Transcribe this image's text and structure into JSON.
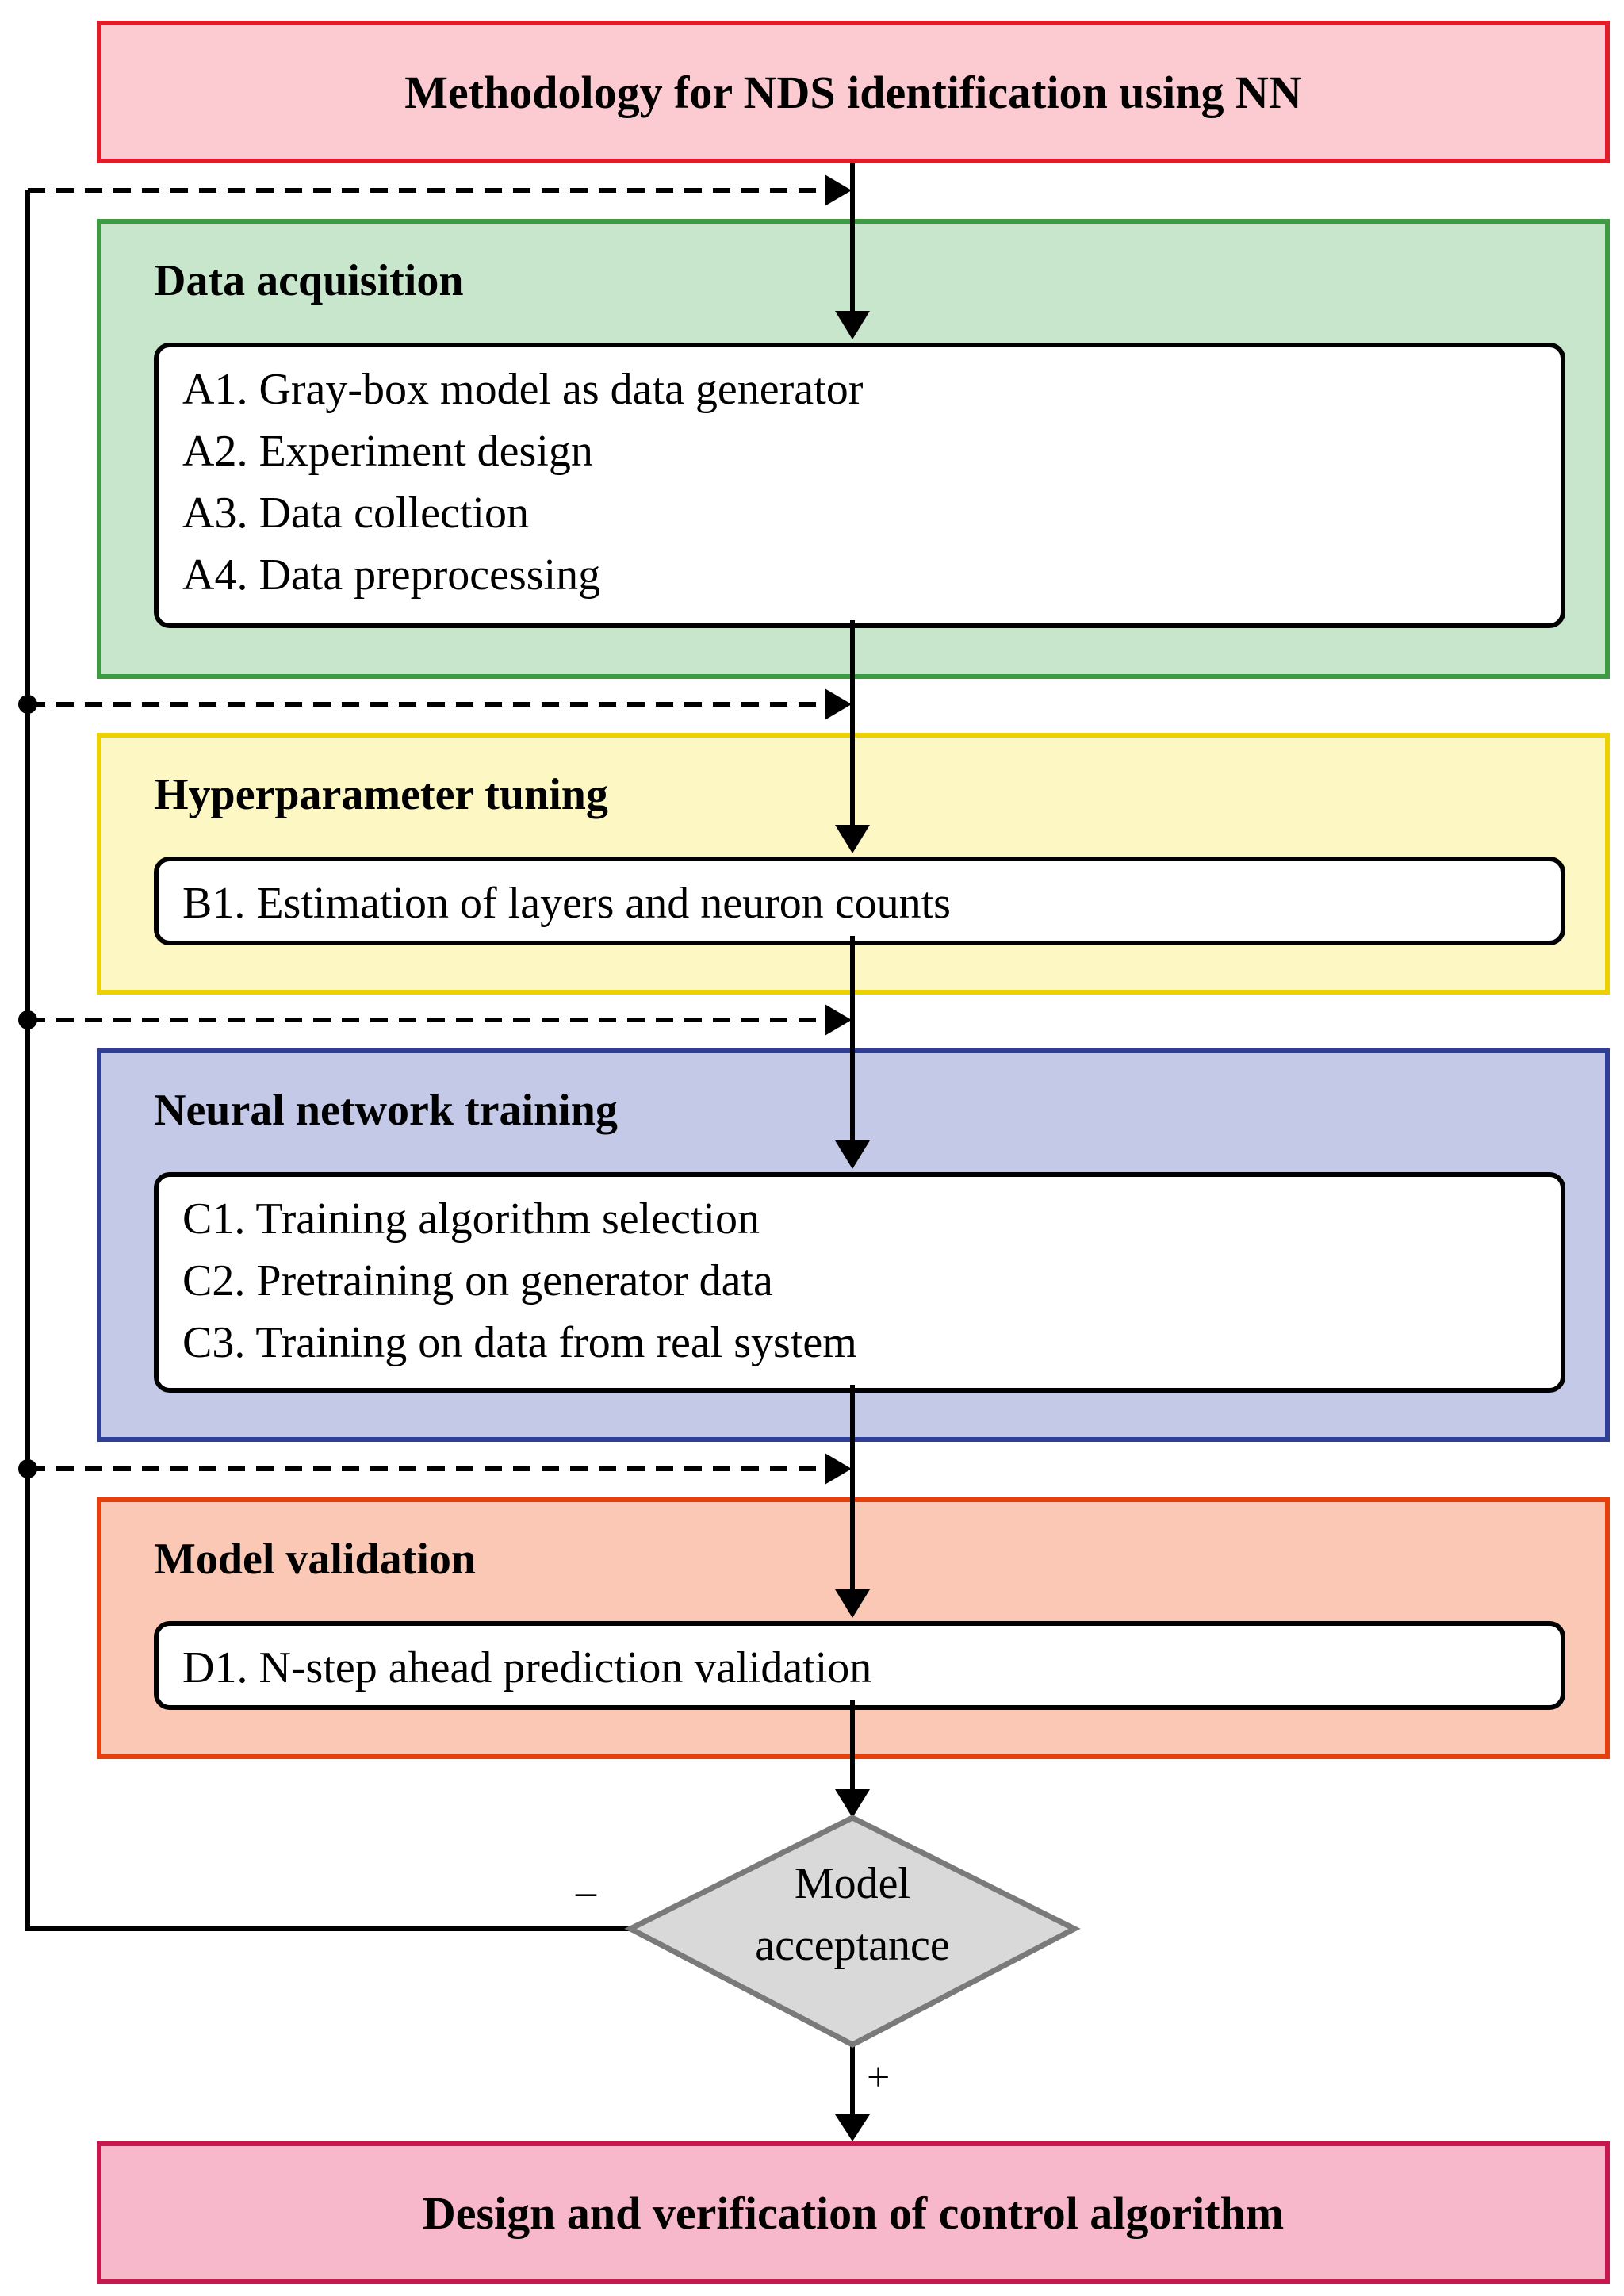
{
  "header": {
    "title": "Methodology for NDS identification using NN"
  },
  "sections": [
    {
      "title": "Data acquisition",
      "items": [
        "A1. Gray-box model as data generator",
        "A2. Experiment design",
        "A3. Data collection",
        "A4. Data preprocessing"
      ]
    },
    {
      "title": "Hyperparameter tuning",
      "items": [
        "B1. Estimation of layers and neuron counts"
      ]
    },
    {
      "title": "Neural network training",
      "items": [
        "C1. Training algorithm selection",
        "C2. Pretraining on generator data",
        "C3. Training on data from real system"
      ]
    },
    {
      "title": "Model validation",
      "items": [
        "D1. N-step ahead prediction validation"
      ]
    }
  ],
  "decision": {
    "label_line1": "Model",
    "label_line2": "acceptance",
    "negative_sign": "–",
    "positive_sign": "+"
  },
  "footer": {
    "title": "Design and verification of control algorithm"
  },
  "colors": {
    "header_fill": "#fbcbd1",
    "header_border": "#e21b2b",
    "acq_fill": "#c8e6cb",
    "acq_border": "#3f9a44",
    "hyper_fill": "#fdf7c3",
    "hyper_border": "#ecd000",
    "nn_fill": "#c5c9e8",
    "nn_border": "#2f3f98",
    "val_fill": "#fbc8b6",
    "val_border": "#e8400d",
    "decision_fill": "#d9d9d9",
    "decision_border": "#7a7a7a",
    "footer_fill": "#f8b8cc",
    "footer_border": "#c8174f"
  }
}
